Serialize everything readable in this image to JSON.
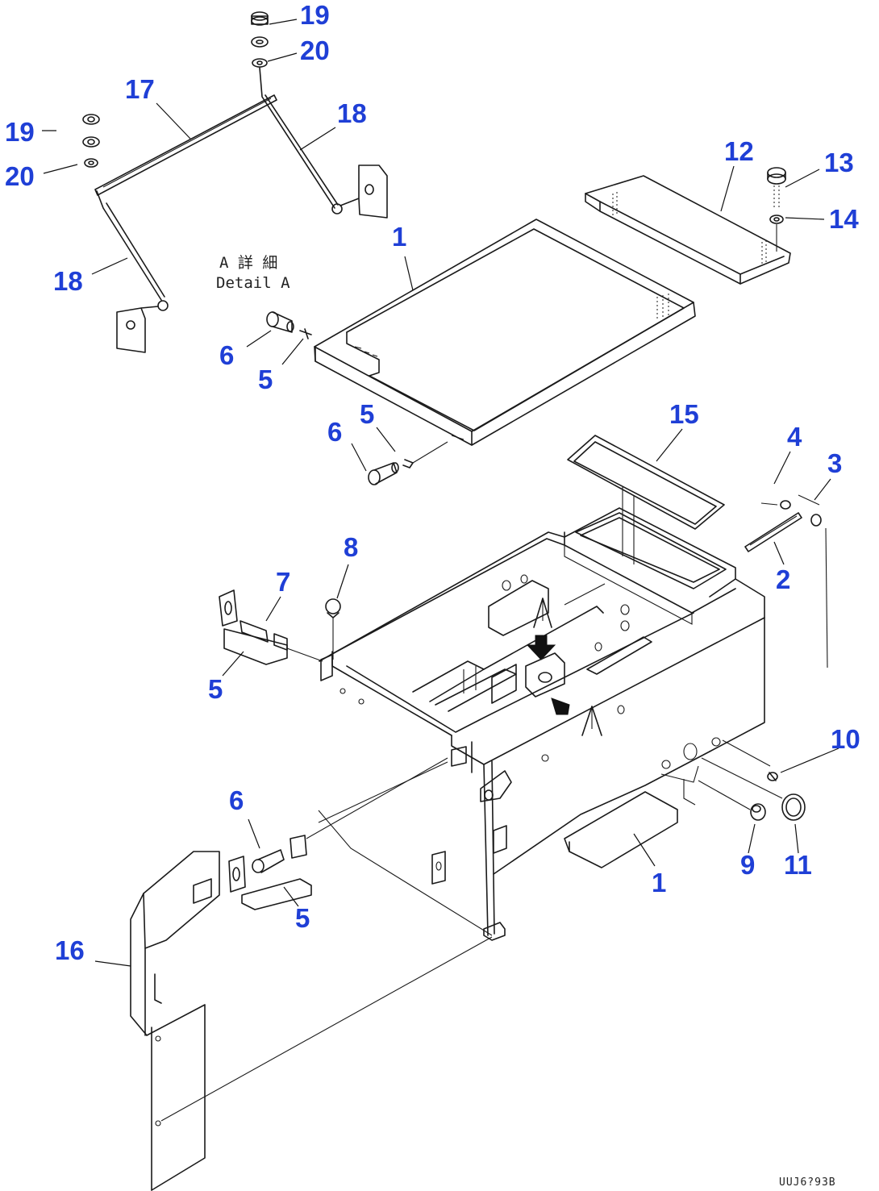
{
  "detail_note": {
    "line1": "A 詳 細",
    "line2": "Detail A"
  },
  "drawing_code": "UUJ6?93B",
  "callouts": [
    {
      "id": "c19a",
      "text": "19"
    },
    {
      "id": "c20a",
      "text": "20"
    },
    {
      "id": "c17",
      "text": "17"
    },
    {
      "id": "c18a",
      "text": "18"
    },
    {
      "id": "c19b",
      "text": "19"
    },
    {
      "id": "c20b",
      "text": "20"
    },
    {
      "id": "c18b",
      "text": "18"
    },
    {
      "id": "c12",
      "text": "12"
    },
    {
      "id": "c13",
      "text": "13"
    },
    {
      "id": "c14",
      "text": "14"
    },
    {
      "id": "c1a",
      "text": "1"
    },
    {
      "id": "c6a",
      "text": "6"
    },
    {
      "id": "c5a",
      "text": "5"
    },
    {
      "id": "c5b",
      "text": "5"
    },
    {
      "id": "c6b",
      "text": "6"
    },
    {
      "id": "c15",
      "text": "15"
    },
    {
      "id": "c4",
      "text": "4"
    },
    {
      "id": "c3",
      "text": "3"
    },
    {
      "id": "c2",
      "text": "2"
    },
    {
      "id": "c8",
      "text": "8"
    },
    {
      "id": "c7",
      "text": "7"
    },
    {
      "id": "c5c",
      "text": "5"
    },
    {
      "id": "c10",
      "text": "10"
    },
    {
      "id": "c6c",
      "text": "6"
    },
    {
      "id": "c9",
      "text": "9"
    },
    {
      "id": "c11",
      "text": "11"
    },
    {
      "id": "c1b",
      "text": "1"
    },
    {
      "id": "c5d",
      "text": "5"
    },
    {
      "id": "c16",
      "text": "16"
    }
  ]
}
